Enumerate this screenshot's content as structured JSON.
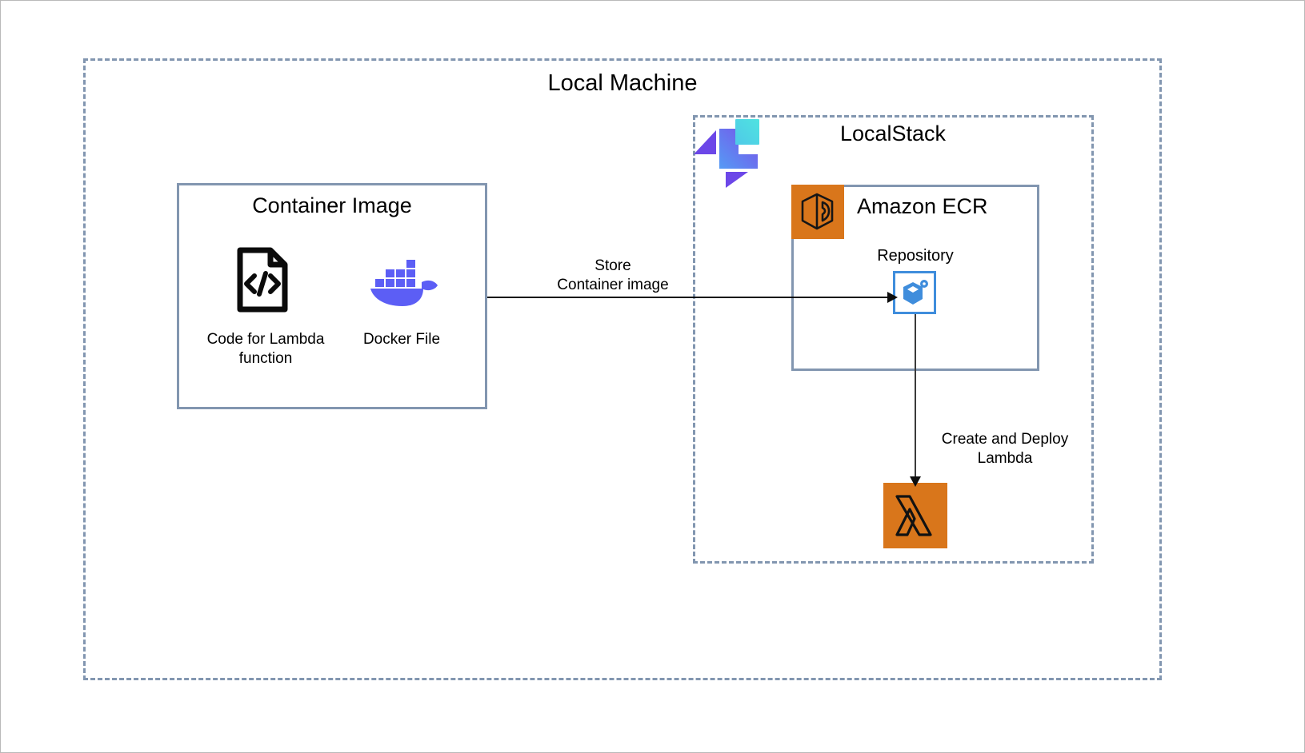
{
  "diagram": {
    "title": "Local Machine",
    "colors": {
      "group_border": "#8296b0",
      "aws_orange": "#d9761b",
      "repo_blue": "#3f8ddc",
      "docker_blue": "#5c5ef5",
      "localstack_purple": "#6c47e8",
      "localstack_cyan": "#4fdce0",
      "arrow_black": "#0d0d0d",
      "canvas_bg": "#ffffff"
    }
  },
  "local_machine": {
    "label": "Local Machine"
  },
  "container_image": {
    "title": "Container Image",
    "items": [
      {
        "icon": "code-file-icon",
        "label": "Code for Lambda\nfunction"
      },
      {
        "icon": "docker-whale-icon",
        "label": "Docker File"
      }
    ]
  },
  "localstack": {
    "label": "LocalStack",
    "logo_icon": "localstack-logo-icon"
  },
  "ecr": {
    "title": "Amazon ECR",
    "icon": "amazon-ecr-icon",
    "repository": {
      "label": "Repository",
      "icon": "ecr-repository-icon"
    }
  },
  "lambda": {
    "icon": "aws-lambda-icon"
  },
  "connectors": [
    {
      "name": "store-container-image-arrow",
      "label": "Store\nContainer image",
      "direction": "right"
    },
    {
      "name": "create-deploy-lambda-arrow",
      "label": "Create and Deploy\nLambda",
      "direction": "down"
    }
  ]
}
